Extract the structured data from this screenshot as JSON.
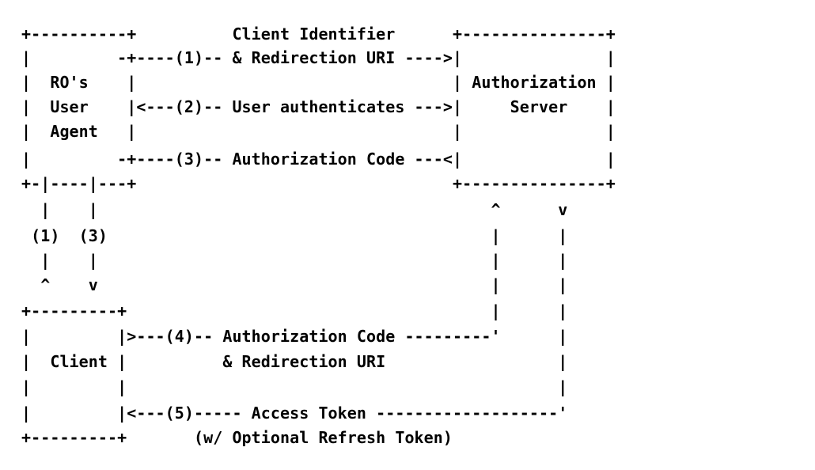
{
  "diagram": {
    "lines": [
      "+----------+          Client Identifier      +---------------+",
      "|         -+----(1)-- & Redirection URI ---->|               |",
      "|  RO's    |                                 | Authorization |",
      "|  User    |<---(2)-- User authenticates --->|     Server    |",
      "|  Agent   |                                 |               |",
      "|         -+----(3)-- Authorization Code ---<|               |",
      "+-|----|---+                                 +---------------+",
      "  |    |                                         ^      v",
      " (1)  (3)                                        |      |",
      "  |    |                                         |      |",
      "  ^    v                                         |      |",
      "+---------+                                      |      |",
      "|         |>---(4)-- Authorization Code ---------'      |",
      "|  Client |          & Redirection URI                  |",
      "|         |                                             |",
      "|         |<---(5)----- Access Token -------------------'",
      "+---------+       (w/ Optional Refresh Token)"
    ]
  },
  "colors": {
    "text": "#000000",
    "background": "#ffffff"
  }
}
